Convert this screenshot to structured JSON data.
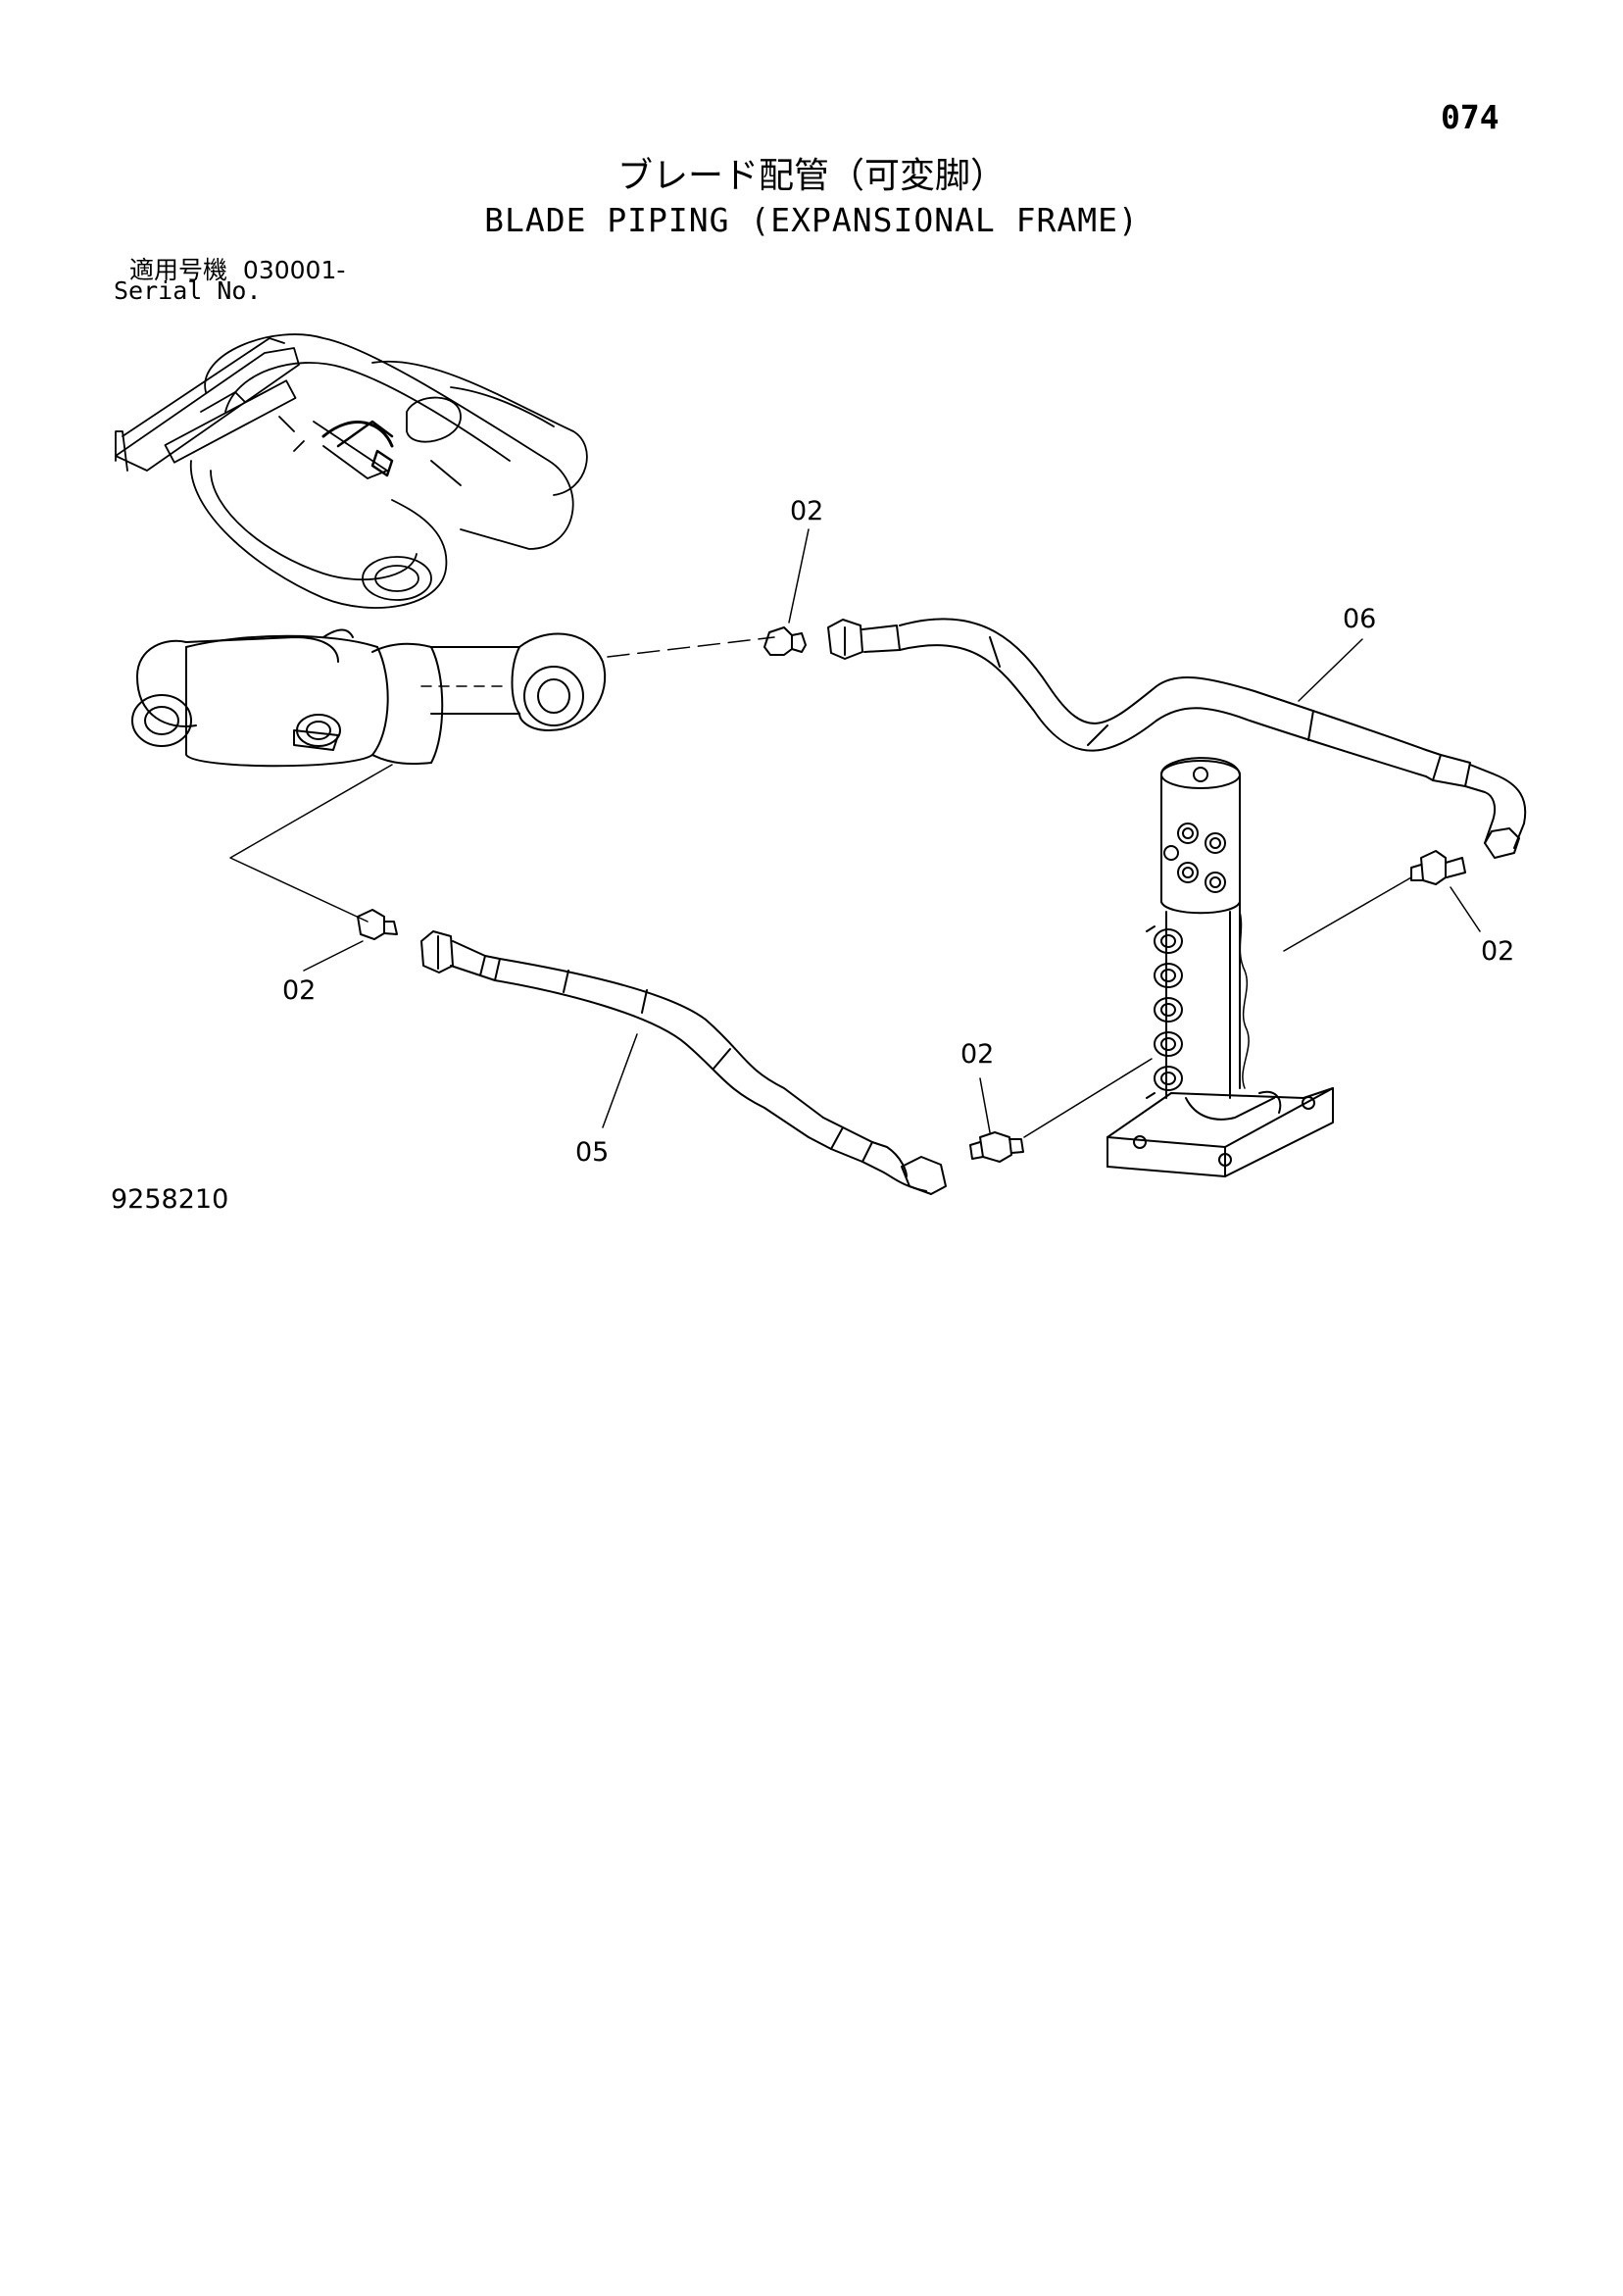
{
  "header": {
    "page_number": "074",
    "title_jp": "ブレード配管（可変脚）",
    "title_en": "BLADE PIPING (EXPANSIONAL FRAME)",
    "serial_label_jp": "適用号機",
    "serial_value": "030001-",
    "serial_label_en": "Serial No."
  },
  "callouts": {
    "fitting_top": "02",
    "hose_upper": "06",
    "fitting_right": "02",
    "fitting_left": "02",
    "fitting_center": "02",
    "hose_lower": "05"
  },
  "footer": {
    "drawing_id": "9258210"
  }
}
